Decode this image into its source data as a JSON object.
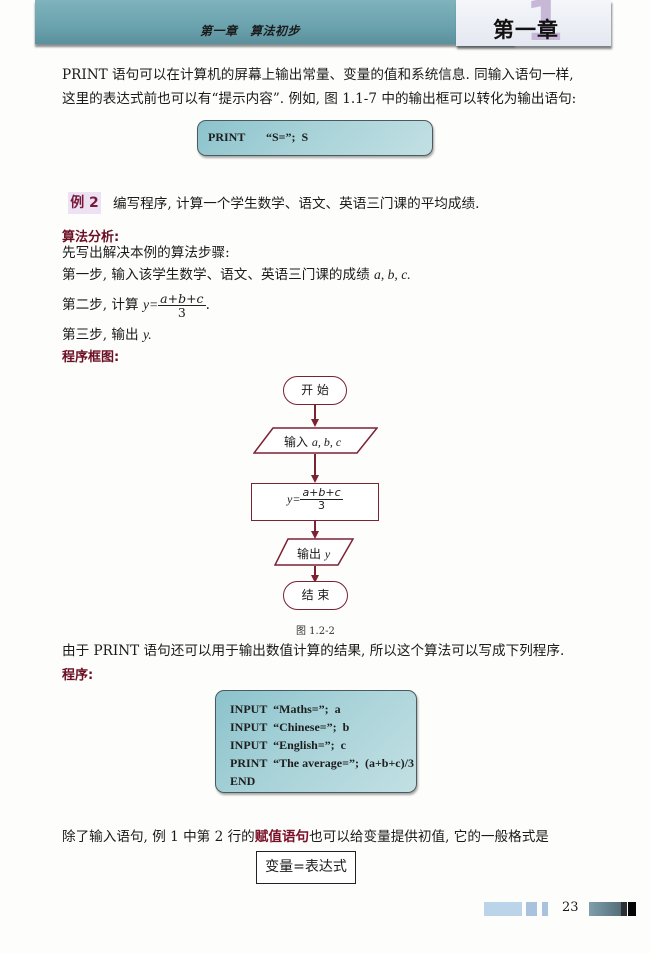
{
  "header": {
    "running_title": "第一章　算法初步",
    "chapter_number": "1",
    "chapter_title": "第一章"
  },
  "intro": {
    "line1": "PRINT 语句可以在计算机的屏幕上输出常量、变量的值和系统信息. 同输入语句一样,",
    "line2": "这里的表达式前也可以有“提示内容”. 例如, 图 1.1-7 中的输出框可以转化为输出语句:"
  },
  "print_example": {
    "keyword": "PRINT",
    "argument": "“S=”;  S"
  },
  "example2": {
    "badge": "例 2",
    "statement": "编写程序, 计算一个学生数学、语文、英语三门课的平均成绩.",
    "analysis_heading": "算法分析:",
    "steps_intro": "先写出解决本例的算法步骤:",
    "step1_text": "第一步, 输入该学生数学、语文、英语三门课的成绩 ",
    "step1_vars": "a, b, c.",
    "step2_text": "第二步, 计算 ",
    "step2_lhs": "y=",
    "step2_num": "a+b+c",
    "step2_den": "3",
    "step2_end": ".",
    "step3_text": "第三步, 输出 ",
    "step3_var": "y.",
    "flowchart_heading": "程序框图:"
  },
  "flowchart": {
    "start": "开 始",
    "input_label": "输入 ",
    "input_vars": "a, b, c",
    "process_lhs": "y=",
    "process_num": "a+b+c",
    "process_den": "3",
    "output_label": "输出 ",
    "output_var": "y",
    "end": "结 束",
    "caption": "图 1.2-2",
    "stroke_color": "#7b2233"
  },
  "program_section": {
    "intro": "由于 PRINT 语句还可以用于输出数值计算的结果, 所以这个算法可以写成下列程序.",
    "heading": "程序:",
    "code_lines": [
      {
        "keyword": "INPUT",
        "arg": "“Maths=”;  a"
      },
      {
        "keyword": "INPUT",
        "arg": "“Chinese=”;  b"
      },
      {
        "keyword": "INPUT",
        "arg": "“English=”;  c"
      },
      {
        "keyword": "PRINT",
        "arg": "“The average=”;  (a+b+c)/3"
      },
      {
        "keyword": "END",
        "arg": ""
      }
    ]
  },
  "assignment": {
    "text_before": "除了输入语句, 例 1 中第 2 行的",
    "highlight": "赋值语句",
    "text_after": "也可以给变量提供初值, 它的一般格式是",
    "format": "变量=表达式"
  },
  "footer": {
    "page_number": "23"
  },
  "colors": {
    "header_band": "#6aa2ad",
    "code_box": "#a7d2d8",
    "heading_red": "#6b0f24",
    "badge_bg": "#ece2f3",
    "chapter_number": "#c7b8d8"
  }
}
